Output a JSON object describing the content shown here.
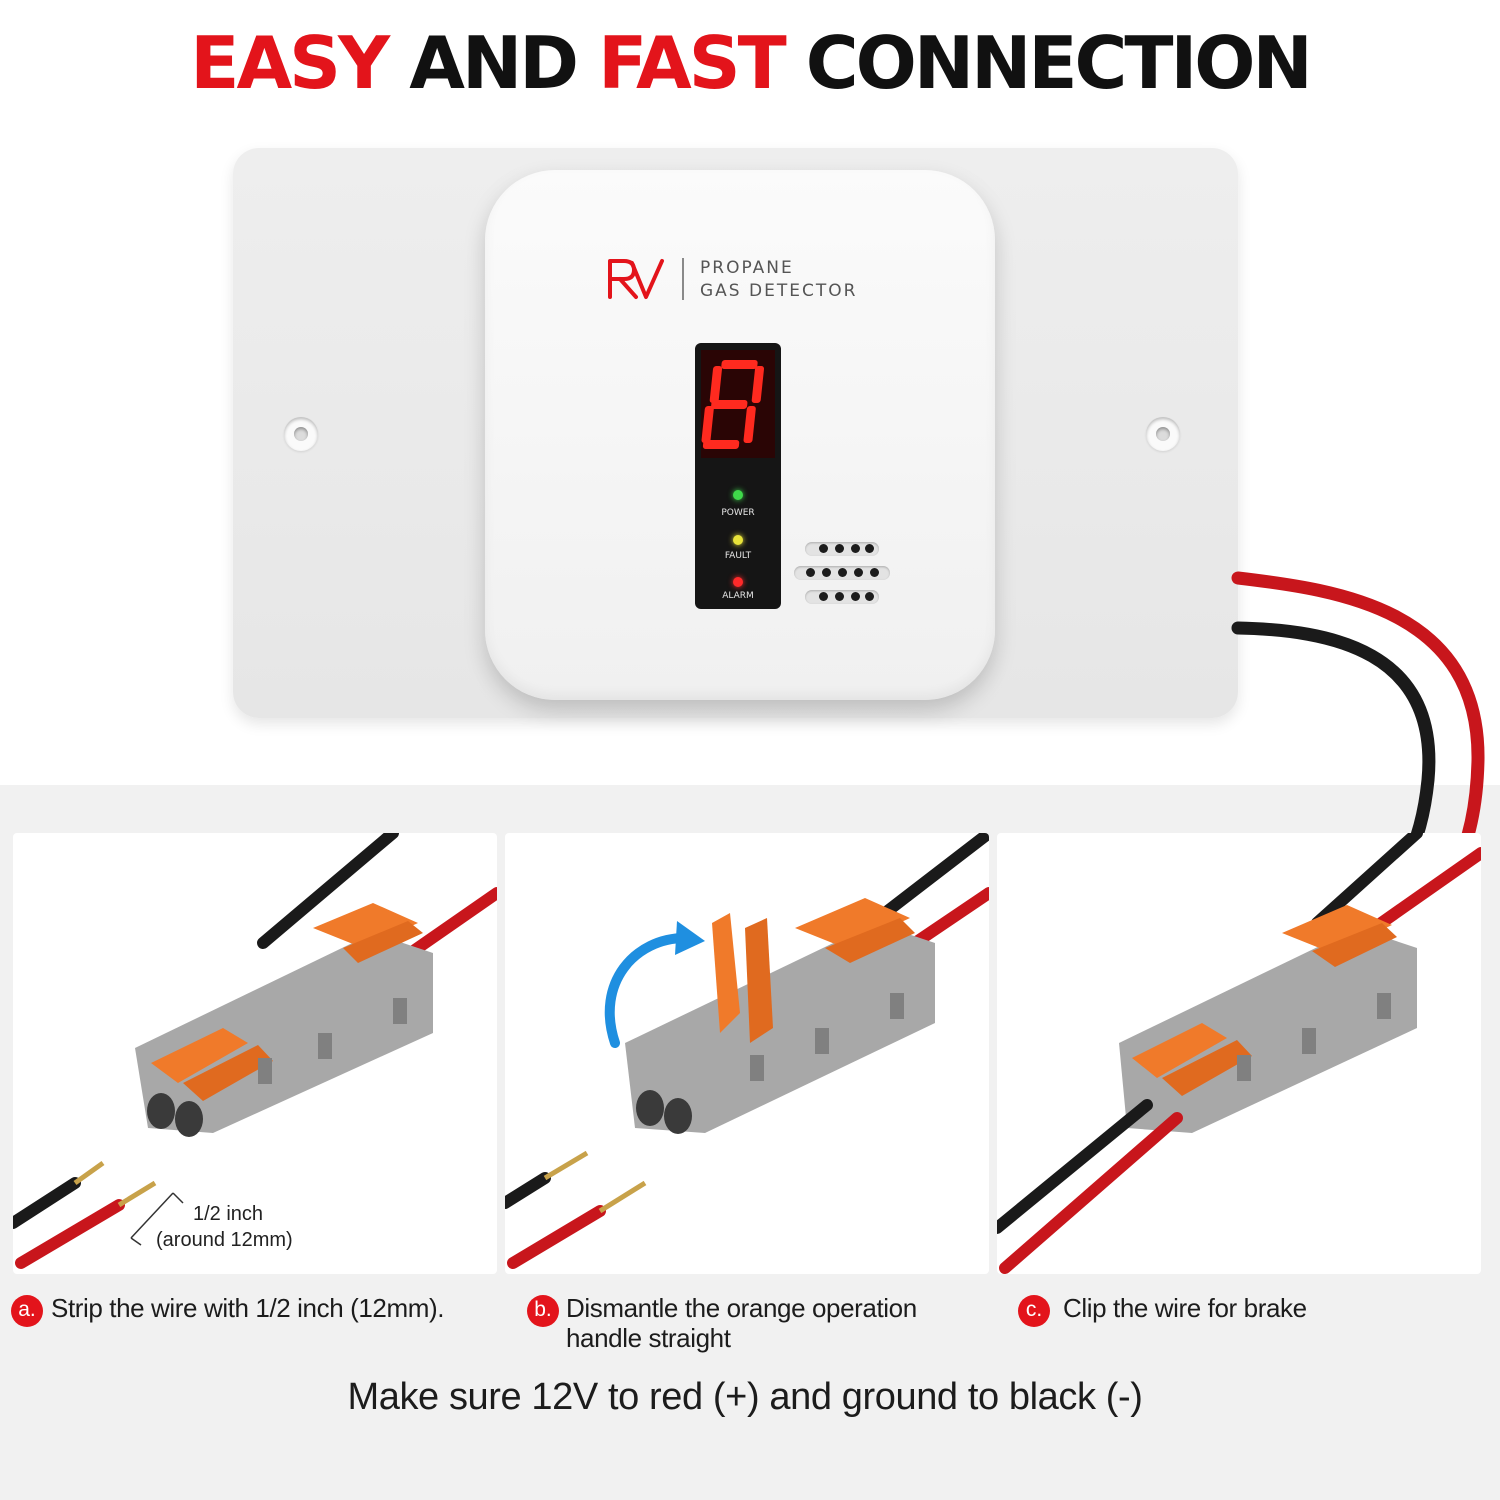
{
  "headline": {
    "part1": "EASY",
    "part2": "AND",
    "part3": "FAST",
    "part4": "CONNECTION"
  },
  "device": {
    "brand_line1": "PROPANE",
    "brand_line2": "GAS DETECTOR",
    "digit": "8",
    "indicators": [
      {
        "label": "POWER",
        "color": "#3fd94a"
      },
      {
        "label": "FAULT",
        "color": "#e8e33a"
      },
      {
        "label": "ALARM",
        "color": "#ff2a2a"
      }
    ]
  },
  "strip_measure": {
    "line1": "1/2 inch",
    "line2": "(around 12mm)"
  },
  "steps": [
    {
      "badge": "a.",
      "line1": "Strip the wire with 1/2 inch (12mm).",
      "line2": ""
    },
    {
      "badge": "b.",
      "line1": "Dismantle the orange operation",
      "line2": "handle straight"
    },
    {
      "badge": "c.",
      "line1": "Clip the wire for brake",
      "line2": ""
    }
  ],
  "footer": "Make sure 12V to red (+) and ground to black (-)",
  "colors": {
    "accent_red": "#e3141b",
    "wire_red": "#c8161c",
    "wire_black": "#1a1a1a",
    "connector_gray": "#a8a8a8",
    "lever_orange": "#f07a2a",
    "arrow_blue": "#1f8fe0"
  }
}
